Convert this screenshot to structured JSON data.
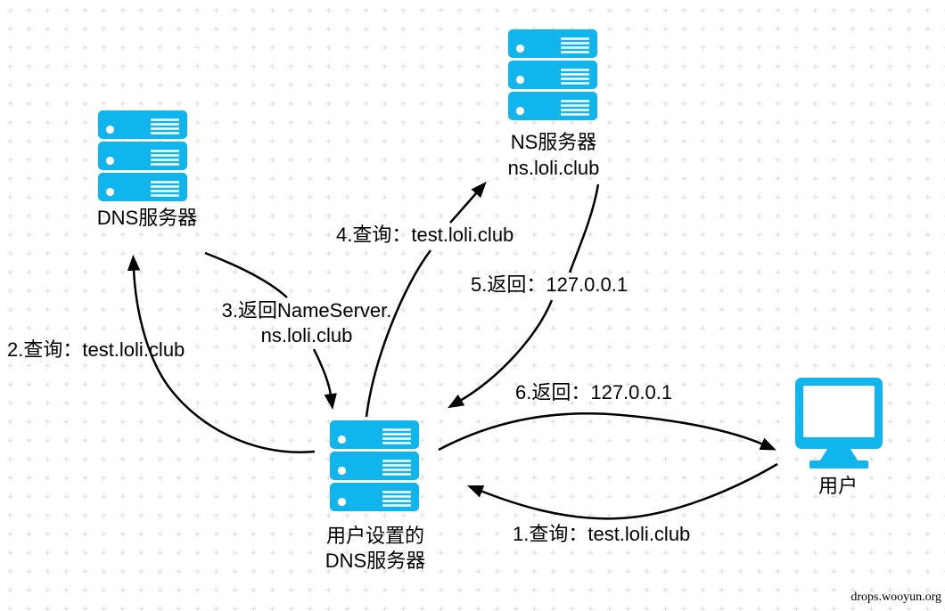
{
  "colors": {
    "accent": "#0fb5ec",
    "arrow": "#000000",
    "grid_dot": "#e4e4e4",
    "background": "#ffffff"
  },
  "nodes": {
    "root_dns": {
      "label": "DNS服务器",
      "icon": "server-stack-icon"
    },
    "ns": {
      "label": "NS服务器",
      "sublabel": "ns.loli.club",
      "icon": "server-stack-icon"
    },
    "local_dns": {
      "label_line1": "用户设置的",
      "label_line2": "DNS服务器",
      "icon": "server-stack-icon"
    },
    "user": {
      "label": "用户",
      "icon": "monitor-icon"
    }
  },
  "edges": {
    "e1": {
      "label": "1.查询：test.loli.club",
      "from": "user",
      "to": "local_dns"
    },
    "e2": {
      "label": "2.查询：test.loli.club",
      "from": "local_dns",
      "to": "root_dns"
    },
    "e3": {
      "label_line1": "3.返回NameServer.",
      "label_line2": "ns.loli.club",
      "from": "root_dns",
      "to": "local_dns"
    },
    "e4": {
      "label": "4.查询：test.loli.club",
      "from": "local_dns",
      "to": "ns"
    },
    "e5": {
      "label": "5.返回：127.0.0.1",
      "from": "ns",
      "to": "local_dns"
    },
    "e6": {
      "label": "6.返回：127.0.0.1",
      "from": "local_dns",
      "to": "user"
    }
  },
  "watermark": "drops.wooyun.org"
}
